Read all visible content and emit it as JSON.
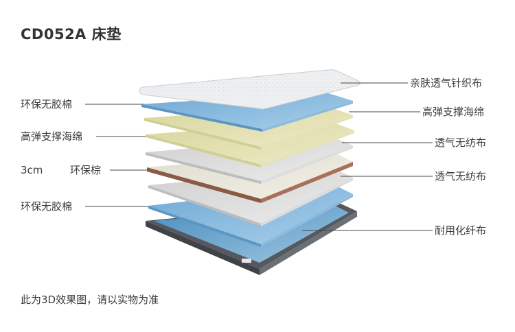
{
  "title": "CD052A 床垫",
  "left_labels": [
    "环保无胶棉",
    "高弹支撑海绵",
    "环保棕",
    "环保无胶棉"
  ],
  "thickness": "3cm",
  "right_labels": [
    "亲肤透气针织布",
    "高弹支撑海绵",
    "透气无纺布",
    "透气无纺布",
    "耐用化纤布"
  ],
  "footnote": "此为3D效果图，请以实物为准",
  "colors": {
    "knit": "#e9eaec",
    "foam_blue": "#7fb2d8",
    "foam_yellow": "#e4e0b4",
    "nonwoven": "#d9d9d9",
    "coir": "#8a6a55",
    "base": "#5a5f66"
  }
}
